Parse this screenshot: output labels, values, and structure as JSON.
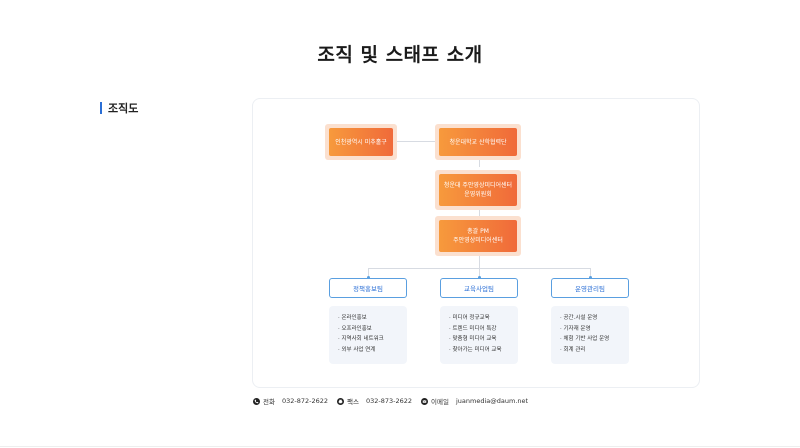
{
  "page": {
    "title": "조직 및 스태프 소개",
    "section_label": "조직도"
  },
  "org": {
    "left_box": "인천광역시 미추홀구",
    "top_box": "청운대학교 산학협력단",
    "committee_line1": "청운대 주안영상미디어센터",
    "committee_line2": "운영위원회",
    "pm_line1": "총괄 PM",
    "pm_line2": "주안영상미디어센터",
    "teams": [
      {
        "name": "정책홍보팀",
        "duties": [
          "온라인홍보",
          "오프라인홍보",
          "지역사회 네트워크",
          "외부 사업 연계"
        ]
      },
      {
        "name": "교육사업팀",
        "duties": [
          "미디어 정규교육",
          "트렌드 미디어 특강",
          "맞춤형 미디어 교육",
          "찾아가는 미디어 교육"
        ]
      },
      {
        "name": "운영관리팀",
        "duties": [
          "공간.시설 운영",
          "기자재 운영",
          "체험 기반 사업 운영",
          "회계 관리"
        ]
      }
    ]
  },
  "contact": {
    "phone_label": "전화",
    "phone": "032-872-2622",
    "fax_label": "팩스",
    "fax": "032-873-2622",
    "email_label": "이메일",
    "email": "juanmedia@daum.net",
    "icons": [
      "phone-icon",
      "fax-icon",
      "email-icon"
    ]
  },
  "colors": {
    "accent_blue": "#2b6fd6",
    "orange_start": "#f79a3c",
    "orange_end": "#f06a3a"
  }
}
